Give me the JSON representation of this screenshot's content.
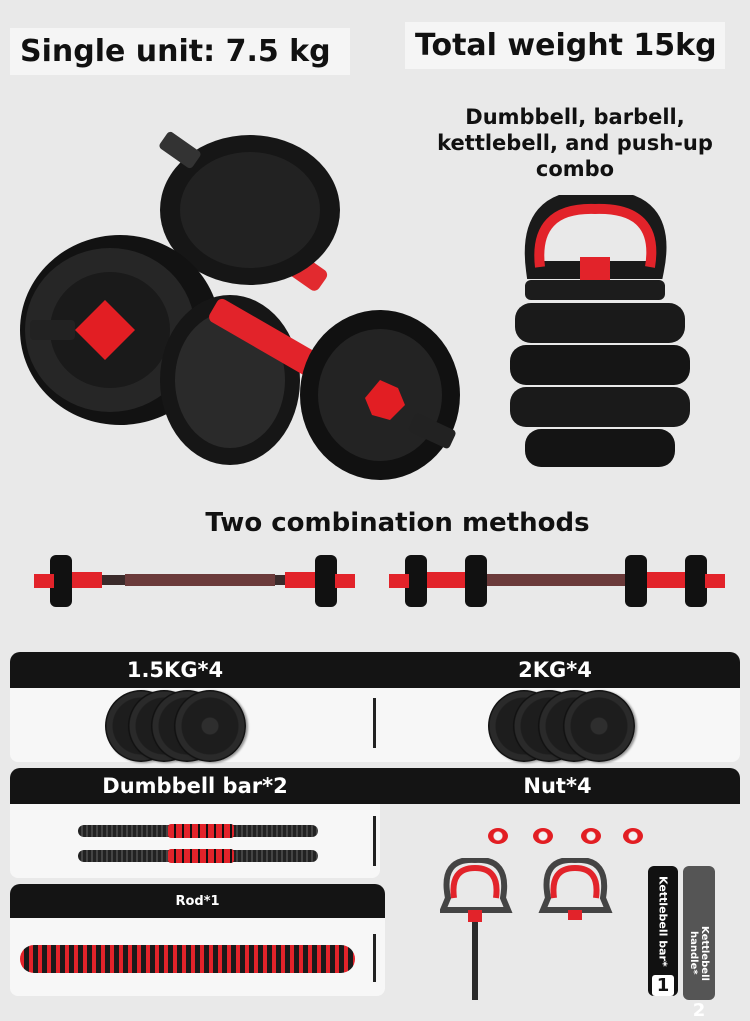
{
  "header": {
    "single_unit": "Single unit: 7.5 kg",
    "total_weight": "Total weight 15kg",
    "combo_text": "Dumbbell, barbell, kettlebell, and push-up combo"
  },
  "methods_title": "Two combination methods",
  "parts": {
    "plates_small": "1.5KG*4",
    "plates_large": "2KG*4",
    "dumbbell_bar": "Dumbbell bar*2",
    "nut": "Nut*4",
    "rod": "Rod*1",
    "kettlebell_bar": "Kettlebell bar*",
    "kettlebell_bar_num": "1",
    "kettlebell_handle": "Kettlebell handle*",
    "kettlebell_handle_num": "2"
  },
  "colors": {
    "accent": "#e21e23",
    "dark": "#141414"
  }
}
